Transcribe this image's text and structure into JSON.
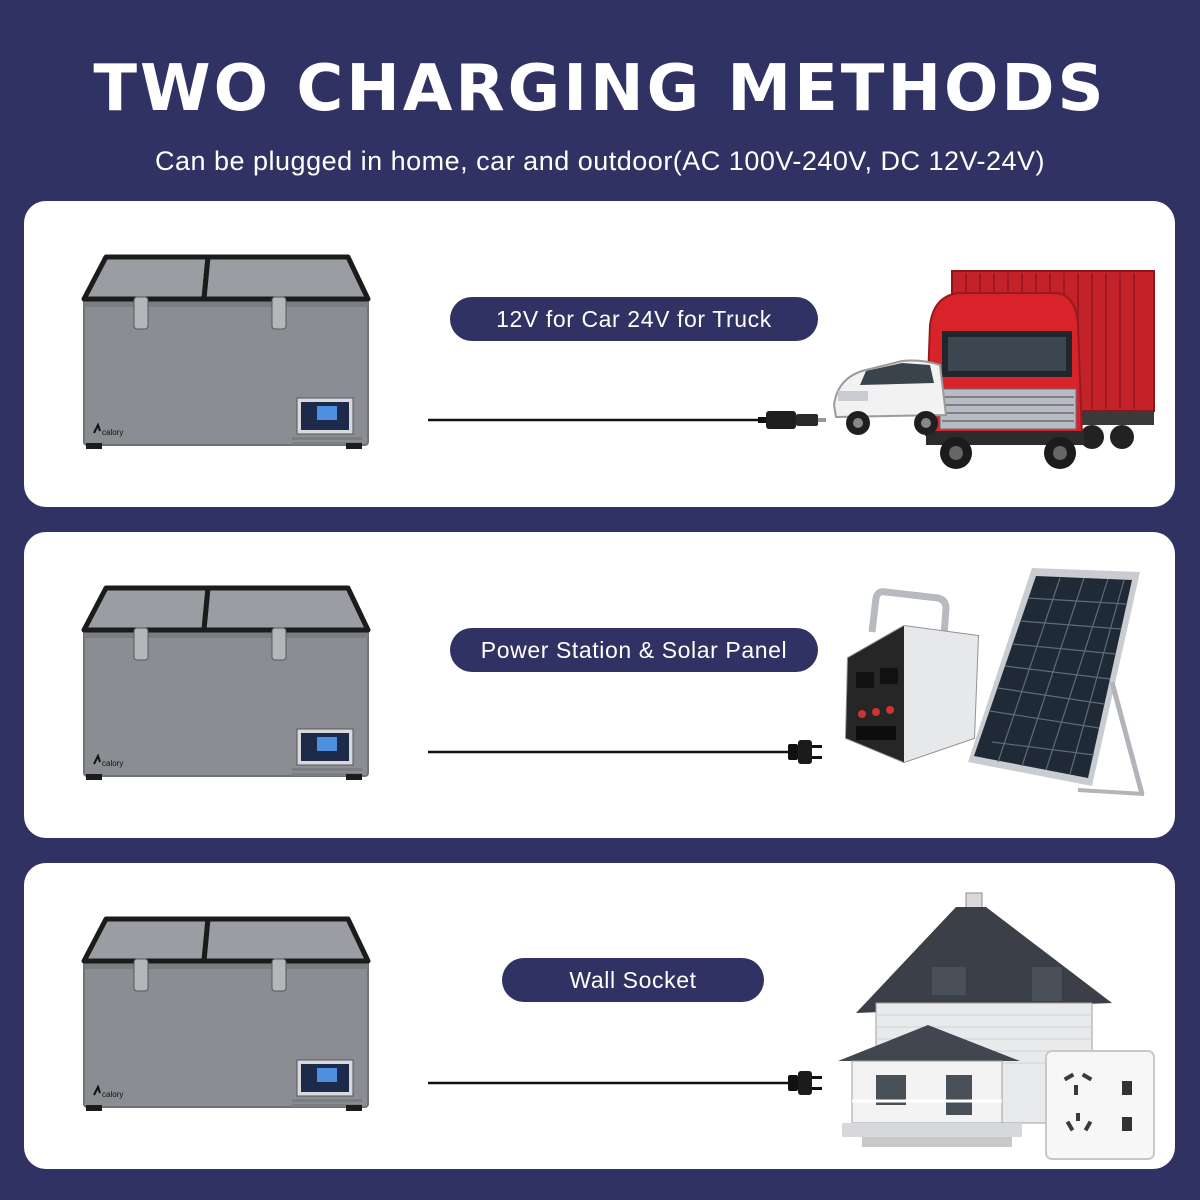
{
  "header": {
    "title": "TWO CHARGING METHODS",
    "subtitle": "Can be plugged in home, car and outdoor(AC 100V-240V, DC 12V-24V)"
  },
  "colors": {
    "background": "#2f3263",
    "panel": "#ffffff",
    "pill": "#2f3263",
    "fridge_body": "#8a8d92",
    "truck_red": "#d8232a"
  },
  "brand": "calory",
  "methods": [
    {
      "label": "12V for Car 24V for Truck",
      "plug": "car-plug-icon",
      "destination": "car-and-truck"
    },
    {
      "label": "Power Station & Solar Panel",
      "plug": "ac-plug-icon",
      "destination": "power-station-and-solar-panel"
    },
    {
      "label": "Wall Socket",
      "plug": "ac-plug-icon",
      "destination": "house-and-wall-socket"
    }
  ]
}
